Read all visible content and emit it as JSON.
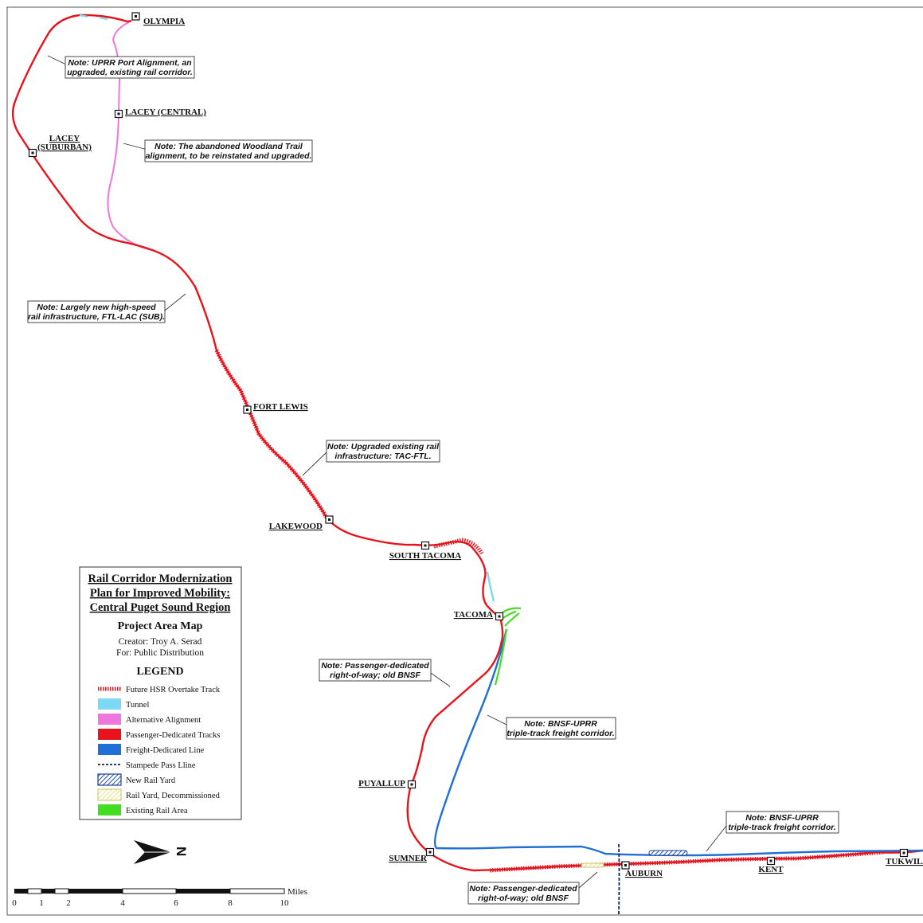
{
  "colors": {
    "passenger": "#e8121c",
    "freight": "#1e6fd6",
    "alternative": "#ee77dd",
    "tunnel": "#7dd8f5",
    "existing_rail": "#44dd22",
    "stampede": "#0a1f5c",
    "overtake": "#e8121c"
  },
  "stations": [
    {
      "id": "olympia",
      "label": "OLYMPIA"
    },
    {
      "id": "lacey-central",
      "label": "LACEY (CENTRAL)"
    },
    {
      "id": "lacey-suburban",
      "label_line1": "LACEY",
      "label_line2": "(SUBURBAN)"
    },
    {
      "id": "fort-lewis",
      "label": "FORT LEWIS"
    },
    {
      "id": "lakewood",
      "label": "LAKEWOOD"
    },
    {
      "id": "south-tacoma",
      "label": "SOUTH TACOMA"
    },
    {
      "id": "tacoma",
      "label": "TACOMA"
    },
    {
      "id": "puyallup",
      "label": "PUYALLUP"
    },
    {
      "id": "sumner",
      "label": "SUMNER"
    },
    {
      "id": "auburn",
      "label": "AUBURN"
    },
    {
      "id": "kent",
      "label": "KENT"
    },
    {
      "id": "tukwila",
      "label": "TUKWIL/"
    }
  ],
  "notes": [
    {
      "id": "uprr-port",
      "line1": "Note: UPRR Port Alignment, an",
      "line2": "upgraded, existing rail corridor."
    },
    {
      "id": "woodland",
      "line1": "Note: The abandoned Woodland Trail",
      "line2": "alignment, to be reinstated and upgraded."
    },
    {
      "id": "high-speed",
      "line1": "Note: Largely new high-speed",
      "line2": "rail infrastructure, FTL-LAC (SUB)."
    },
    {
      "id": "tac-ftl",
      "line1": "Note: Upgraded existing rail",
      "line2": "infrastructure: TAC-FTL."
    },
    {
      "id": "passenger-bnsf-1",
      "line1": "Note: Passenger-dedicated",
      "line2": "right-of-way; old BNSF"
    },
    {
      "id": "bnsf-uprr-1",
      "line1": "Note: BNSF-UPRR",
      "line2": "triple-track freight corridor."
    },
    {
      "id": "bnsf-uprr-2",
      "line1": "Note: BNSF-UPRR",
      "line2": "triple-track freight corridor."
    },
    {
      "id": "passenger-bnsf-2",
      "line1": "Note: Passenger-dedicated",
      "line2": "right-of-way; old BNSF"
    }
  ],
  "legend": {
    "title_lines": [
      "Rail Corridor Modernization",
      "Plan for Improved Mobility:",
      "Central Puget Sound Region"
    ],
    "subtitle": "Project Area Map",
    "creator": "Creator: Troy A. Serad",
    "distribution": "For: Public Distribution",
    "heading": "LEGEND",
    "items": [
      {
        "label": "Future HSR Overtake Track",
        "swatch": "overtake"
      },
      {
        "label": "Tunnel",
        "swatch": "tunnel"
      },
      {
        "label": "Alternative Alignment",
        "swatch": "alternative"
      },
      {
        "label": "Passenger-Dedicated Tracks",
        "swatch": "passenger"
      },
      {
        "label": "Freight-Dedicated Line",
        "swatch": "freight"
      },
      {
        "label": "Stampede Pass Lline",
        "swatch": "stampede"
      },
      {
        "label": "New Rail Yard",
        "swatch": "new-yard"
      },
      {
        "label": "Rail Yard, Decommissioned",
        "swatch": "decom-yard"
      },
      {
        "label": "Existing Rail Area",
        "swatch": "existing_rail"
      }
    ]
  },
  "north_arrow": {
    "label": "N"
  },
  "scale_bar": {
    "ticks": [
      "0",
      "1",
      "2",
      "4",
      "6",
      "8",
      "10"
    ],
    "unit": "Miles"
  }
}
